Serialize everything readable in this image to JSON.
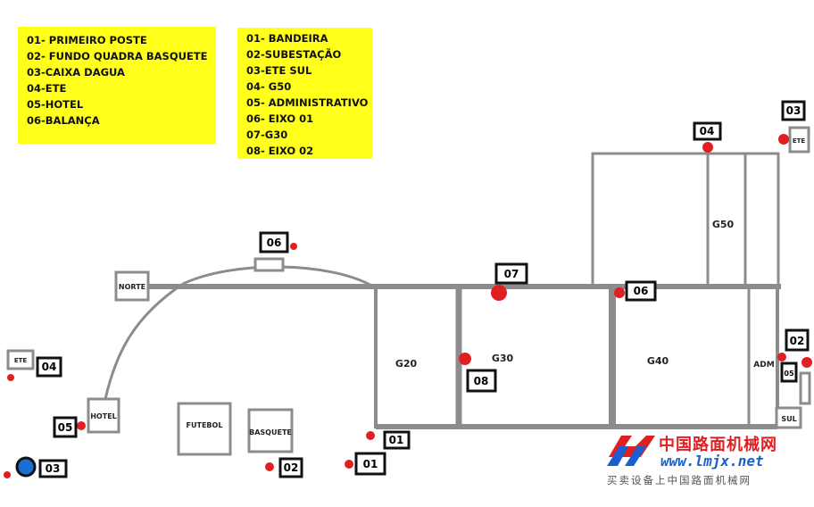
{
  "legend_left": {
    "items": [
      "01- PRIMEIRO POSTE",
      "02- FUNDO QUADRA BASQUETE",
      "03-CAIXA DAGUA",
      "04-ETE",
      "05-HOTEL",
      "06-BALANÇA"
    ]
  },
  "legend_right": {
    "items": [
      "01- BANDEIRA",
      "02-SUBESTAÇÃO",
      "03-ETE SUL",
      "04- G50",
      "05- ADMINISTRATIVO",
      "06- EIXO 01",
      "07-G30",
      "08- EIXO 02"
    ]
  },
  "buildings": {
    "norte": "NORTE",
    "hotel": "HOTEL",
    "ete_left": "ETE",
    "futebol": "FUTEBOL",
    "basquete": "BASQUETE",
    "g20": "G20",
    "g30": "G30",
    "g40": "G40",
    "g50": "G50",
    "adm": "ADM",
    "ete_right": "ETE",
    "sul": "SUL",
    "small_05": "05"
  },
  "markers": {
    "m06_top": "06",
    "m04_left": "04",
    "m05_left": "05",
    "m03_left": "03",
    "m02_bottom": "02",
    "m01_a": "01",
    "m01_b": "01",
    "m07": "07",
    "m08": "08",
    "m06_right": "06",
    "m04_top": "04",
    "m03_right": "03",
    "m02_right": "02"
  },
  "colors": {
    "road": "#8c8c8c",
    "point": "#e02020",
    "legend_bg": "#ffff1a",
    "water_tank": "#1a6fd0"
  },
  "watermark": {
    "chinese": "中国路面机械网",
    "url": "www.lmjx.net",
    "subtitle": "买卖设备上中国路面机械网"
  }
}
